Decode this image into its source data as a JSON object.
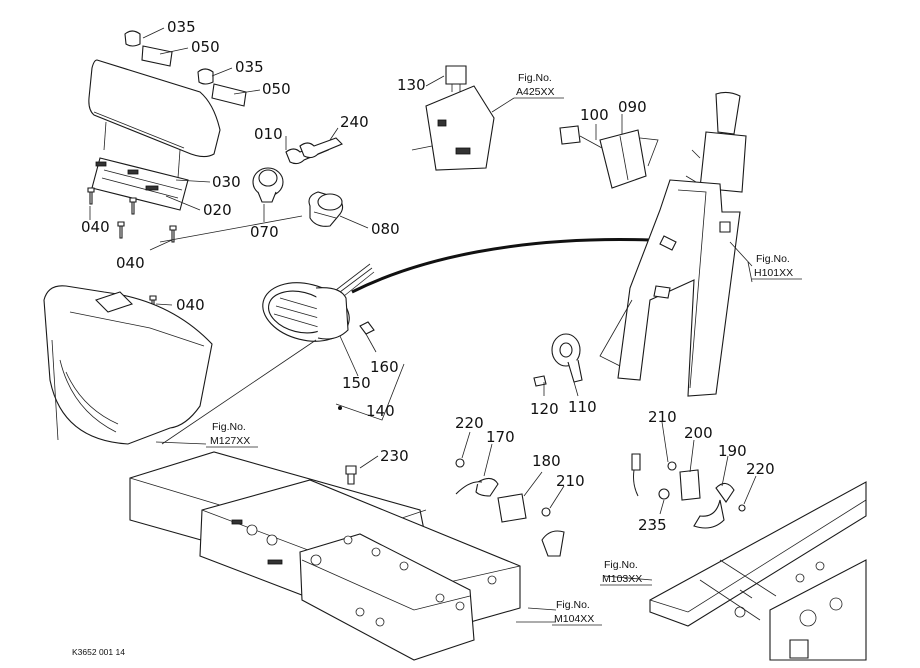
{
  "parts": {
    "p035a": "035",
    "p050a": "050",
    "p035b": "035",
    "p050b": "050",
    "p010": "010",
    "p240": "240",
    "p030": "030",
    "p020": "020",
    "p040a": "040",
    "p070": "070",
    "p080": "080",
    "p040b": "040",
    "p040c": "040",
    "p130": "130",
    "p100": "100",
    "p090": "090",
    "p150": "150",
    "p160": "160",
    "p140": "140",
    "p120": "120",
    "p110": "110",
    "p220a": "220",
    "p170": "170",
    "p180": "180",
    "p210a": "210",
    "p230": "230",
    "p210b": "210",
    "p200": "200",
    "p190": "190",
    "p220b": "220",
    "p235": "235"
  },
  "figrefs": {
    "a425": {
      "label": "Fig.No.",
      "code": "A425XX"
    },
    "h101": {
      "label": "Fig.No.",
      "code": "H101XX"
    },
    "m127": {
      "label": "Fig.No.",
      "code": "M127XX"
    },
    "m104": {
      "label": "Fig.No.",
      "code": "M104XX"
    },
    "m103": {
      "label": "Fig.No.",
      "code": "M103XX"
    }
  },
  "footer": {
    "code": "K3652 001 14"
  }
}
